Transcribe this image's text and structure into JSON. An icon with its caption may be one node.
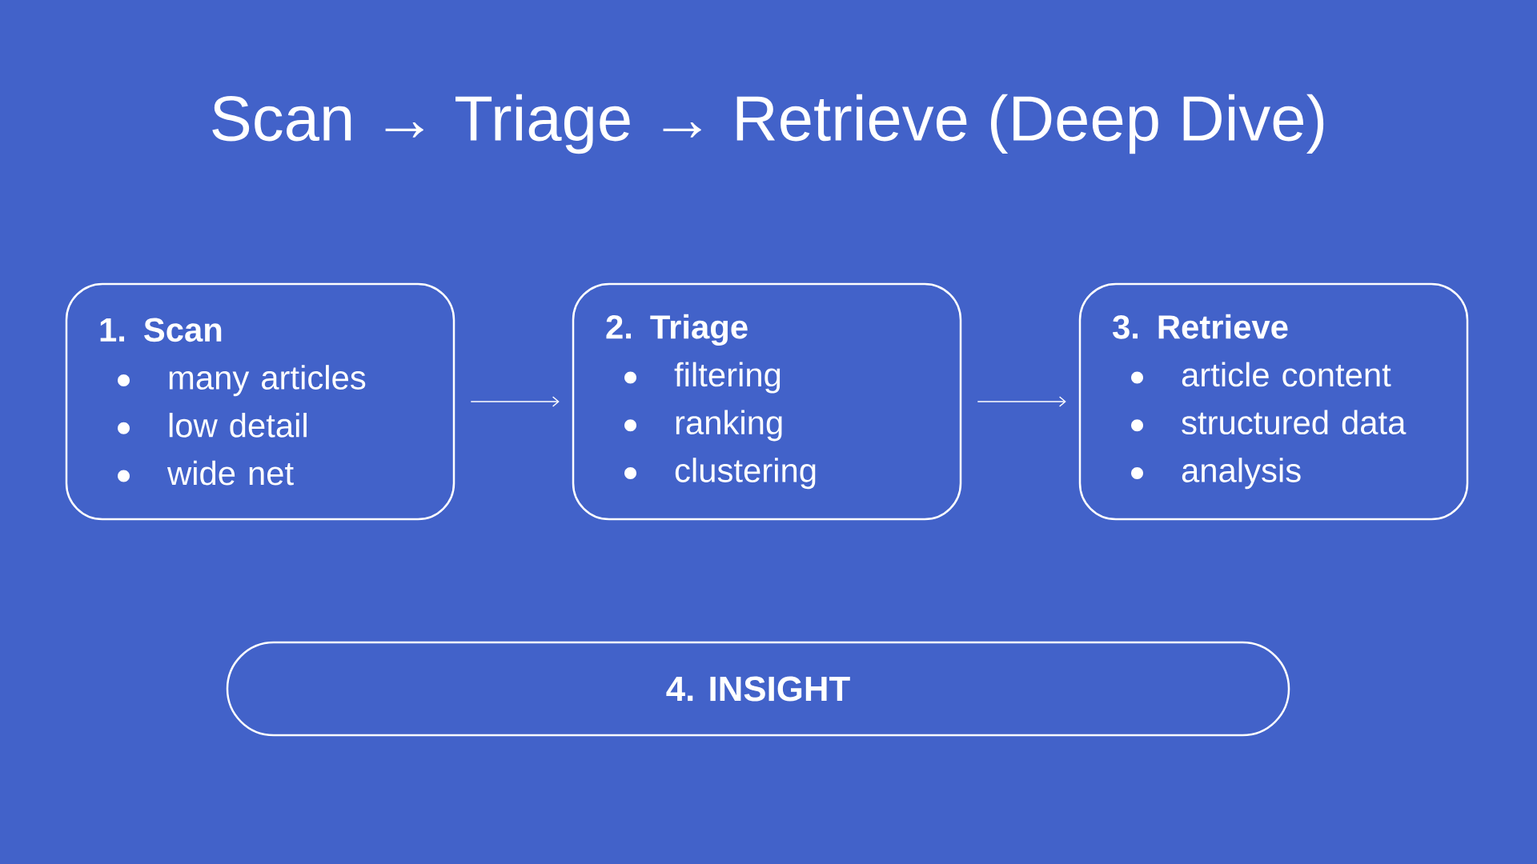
{
  "diagram": {
    "title": "Scan → Triage → Retrieve (Deep Dive)",
    "nodes": [
      {
        "text": [
          "1. Scan",
          "many articles",
          "low detail",
          "wide net"
        ]
      },
      {
        "text": [
          "2. Triage",
          "filtering",
          "ranking",
          "clustering"
        ]
      },
      {
        "text": [
          "3. Retrieve",
          "article content",
          "structured data",
          "analysis"
        ]
      },
      {
        "text": [
          "4. INSIGHT"
        ]
      }
    ],
    "edges": [
      {
        "from": 0,
        "to": 1,
        "arrow": "to"
      },
      {
        "from": 1,
        "to": 2,
        "arrow": "to"
      }
    ]
  }
}
